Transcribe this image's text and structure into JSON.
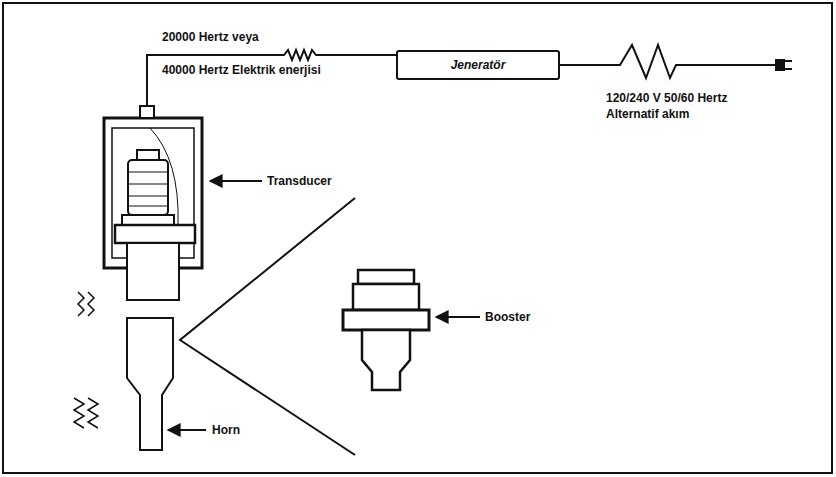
{
  "diagram": {
    "nodes": [
      {
        "text": [
          "Jeneratör"
        ]
      }
    ],
    "labels": [
      "20000 Hertz veya",
      "40000 Hertz Elektrik enerjisi",
      "120/240 V 50/60 Hertz",
      "Alternatif akım",
      "Transducer",
      "Booster",
      "Horn"
    ]
  }
}
